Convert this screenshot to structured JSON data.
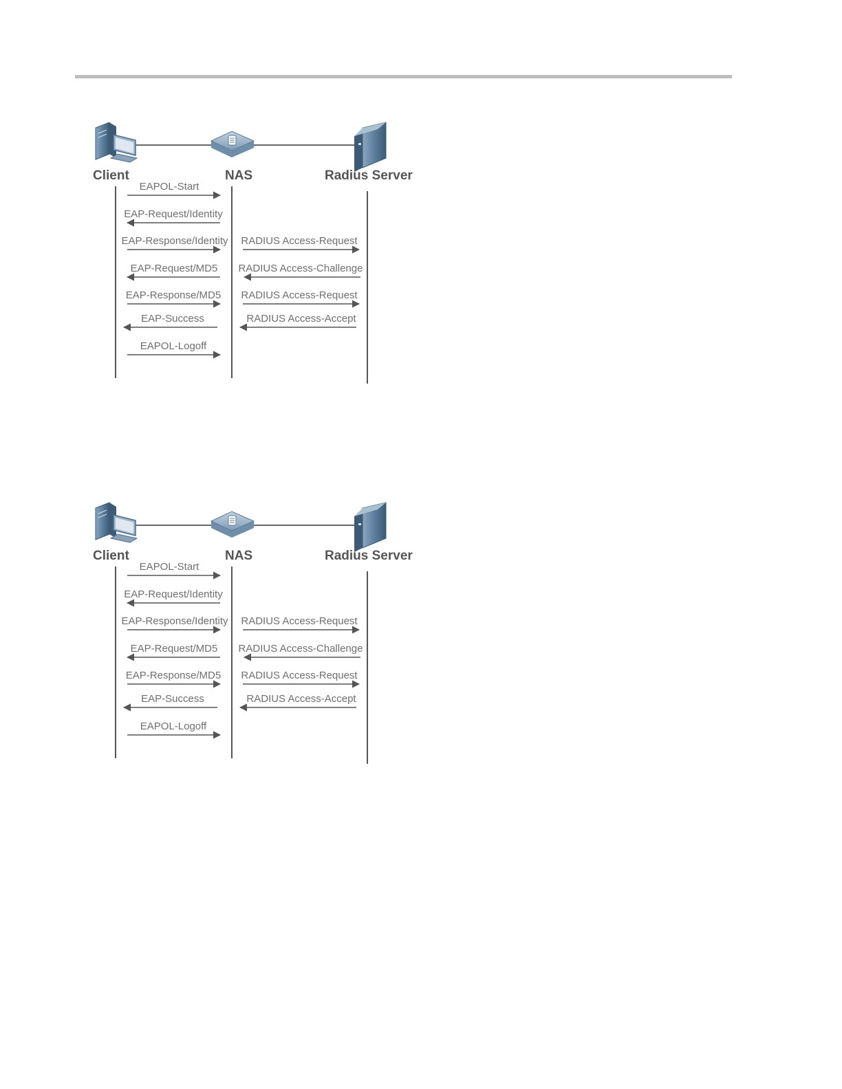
{
  "diagrams": [
    {
      "nodes": {
        "client": "Client",
        "nas": "NAS",
        "server": "Radius Server"
      },
      "messages": {
        "client_nas": [
          {
            "label": "EAPOL-Start",
            "direction": "right"
          },
          {
            "label": "EAP-Request/Identity",
            "direction": "left"
          },
          {
            "label": "EAP-Response/Identity",
            "direction": "right"
          },
          {
            "label": "EAP-Request/MD5",
            "direction": "left"
          },
          {
            "label": "EAP-Response/MD5",
            "direction": "right"
          },
          {
            "label": "EAP-Success",
            "direction": "left"
          },
          {
            "label": "EAPOL-Logoff",
            "direction": "right"
          }
        ],
        "nas_server": [
          {
            "label": "RADIUS Access-Request",
            "direction": "right"
          },
          {
            "label": "RADIUS Access-Challenge",
            "direction": "left"
          },
          {
            "label": "RADIUS Access-Request",
            "direction": "right"
          },
          {
            "label": "RADIUS Access-Accept",
            "direction": "left"
          }
        ]
      }
    },
    {
      "nodes": {
        "client": "Client",
        "nas": "NAS",
        "server": "Radius Server"
      },
      "messages": {
        "client_nas": [
          {
            "label": "EAPOL-Start",
            "direction": "right"
          },
          {
            "label": "EAP-Request/Identity",
            "direction": "left"
          },
          {
            "label": "EAP-Response/Identity",
            "direction": "right"
          },
          {
            "label": "EAP-Request/MD5",
            "direction": "left"
          },
          {
            "label": "EAP-Response/MD5",
            "direction": "right"
          },
          {
            "label": "EAP-Success",
            "direction": "left"
          },
          {
            "label": "EAPOL-Logoff",
            "direction": "right"
          }
        ],
        "nas_server": [
          {
            "label": "RADIUS Access-Request",
            "direction": "right"
          },
          {
            "label": "RADIUS Access-Challenge",
            "direction": "left"
          },
          {
            "label": "RADIUS Access-Request",
            "direction": "right"
          },
          {
            "label": "RADIUS Access-Accept",
            "direction": "left"
          }
        ]
      }
    }
  ],
  "icons": {
    "client": "computer-icon",
    "nas": "switch-icon",
    "server": "server-icon"
  },
  "colors": {
    "line": "#555555",
    "text": "#6f6f6f",
    "icon_blue": "#6e8eab",
    "rule": "#bdbdbd"
  }
}
